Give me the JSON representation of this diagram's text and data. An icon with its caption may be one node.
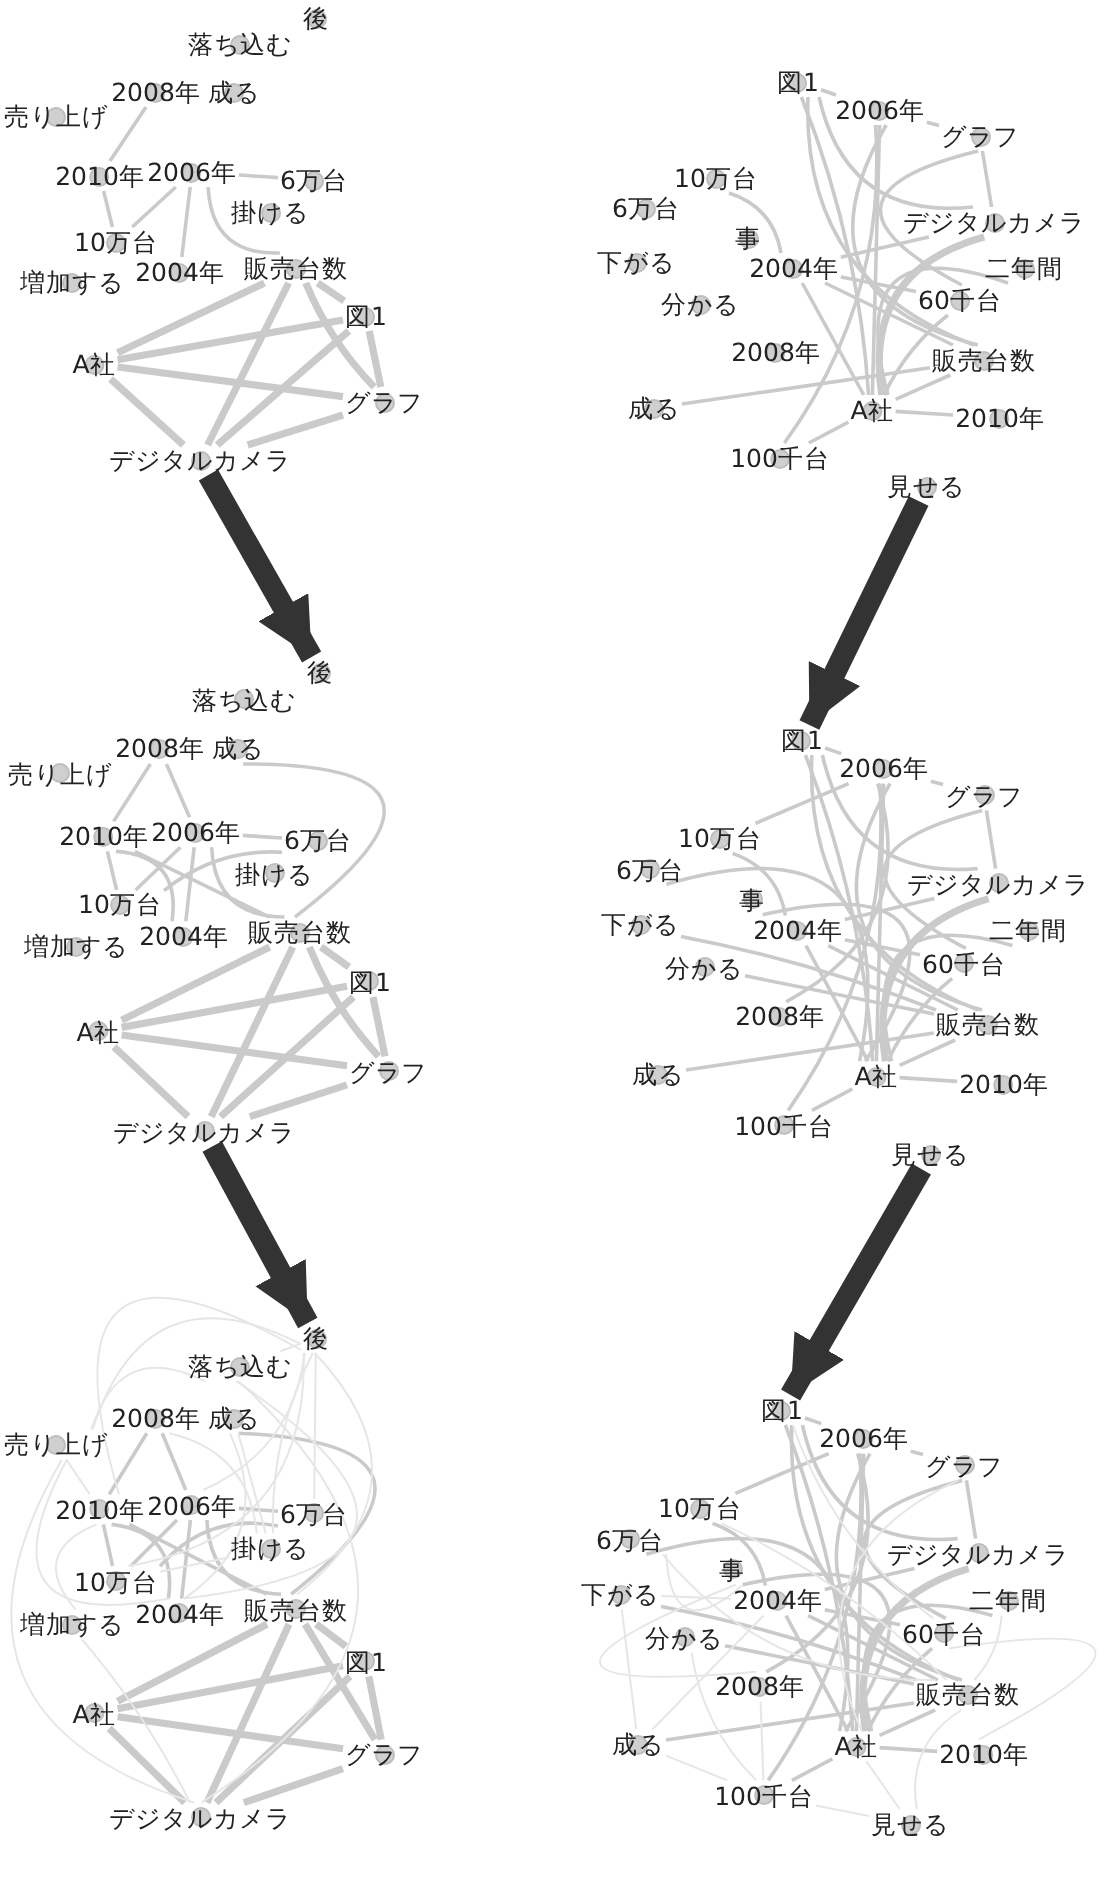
{
  "diagram": {
    "nodes": [
      {
        "text": [
          "後"
        ]
      },
      {
        "text": [
          "落ち込む"
        ]
      },
      {
        "text": [
          "2008年"
        ]
      },
      {
        "text": [
          "成る"
        ]
      },
      {
        "text": [
          "売り上げ"
        ]
      },
      {
        "text": [
          "2010年"
        ]
      },
      {
        "text": [
          "2006年"
        ]
      },
      {
        "text": [
          "6万台"
        ]
      },
      {
        "text": [
          "掛ける"
        ]
      },
      {
        "text": [
          "10万台"
        ]
      },
      {
        "text": [
          "増加する"
        ]
      },
      {
        "text": [
          "2004年"
        ]
      },
      {
        "text": [
          "販売台数"
        ]
      },
      {
        "text": [
          "図1"
        ]
      },
      {
        "text": [
          "A社"
        ]
      },
      {
        "text": [
          "グラフ"
        ]
      },
      {
        "text": [
          "デジタルカメラ"
        ]
      },
      {
        "text": [
          "図1"
        ]
      },
      {
        "text": [
          "2006年"
        ]
      },
      {
        "text": [
          "グラフ"
        ]
      },
      {
        "text": [
          "10万台"
        ]
      },
      {
        "text": [
          "6万台"
        ]
      },
      {
        "text": [
          "デジタルカメラ"
        ]
      },
      {
        "text": [
          "事"
        ]
      },
      {
        "text": [
          "二年間"
        ]
      },
      {
        "text": [
          "下がる"
        ]
      },
      {
        "text": [
          "2004年"
        ]
      },
      {
        "text": [
          "分かる"
        ]
      },
      {
        "text": [
          "60千台"
        ]
      },
      {
        "text": [
          "2008年"
        ]
      },
      {
        "text": [
          "販売台数"
        ]
      },
      {
        "text": [
          "成る"
        ]
      },
      {
        "text": [
          "A社"
        ]
      },
      {
        "text": [
          "2010年"
        ]
      },
      {
        "text": [
          "100千台"
        ]
      },
      {
        "text": [
          "見せる"
        ]
      },
      {
        "text": [
          "後"
        ]
      },
      {
        "text": [
          "落ち込む"
        ]
      },
      {
        "text": [
          "2008年"
        ]
      },
      {
        "text": [
          "成る"
        ]
      },
      {
        "text": [
          "売り上げ"
        ]
      },
      {
        "text": [
          "2010年"
        ]
      },
      {
        "text": [
          "2006年"
        ]
      },
      {
        "text": [
          "6万台"
        ]
      },
      {
        "text": [
          "掛ける"
        ]
      },
      {
        "text": [
          "10万台"
        ]
      },
      {
        "text": [
          "増加する"
        ]
      },
      {
        "text": [
          "2004年"
        ]
      },
      {
        "text": [
          "販売台数"
        ]
      },
      {
        "text": [
          "図1"
        ]
      },
      {
        "text": [
          "A社"
        ]
      },
      {
        "text": [
          "グラフ"
        ]
      },
      {
        "text": [
          "デジタルカメラ"
        ]
      },
      {
        "text": [
          "図1"
        ]
      },
      {
        "text": [
          "2006年"
        ]
      },
      {
        "text": [
          "グラフ"
        ]
      },
      {
        "text": [
          "10万台"
        ]
      },
      {
        "text": [
          "6万台"
        ]
      },
      {
        "text": [
          "デジタルカメラ"
        ]
      },
      {
        "text": [
          "事"
        ]
      },
      {
        "text": [
          "二年間"
        ]
      },
      {
        "text": [
          "下がる"
        ]
      },
      {
        "text": [
          "2004年"
        ]
      },
      {
        "text": [
          "分かる"
        ]
      },
      {
        "text": [
          "60千台"
        ]
      },
      {
        "text": [
          "2008年"
        ]
      },
      {
        "text": [
          "販売台数"
        ]
      },
      {
        "text": [
          "成る"
        ]
      },
      {
        "text": [
          "A社"
        ]
      },
      {
        "text": [
          "2010年"
        ]
      },
      {
        "text": [
          "100千台"
        ]
      },
      {
        "text": [
          "見せる"
        ]
      },
      {
        "text": [
          "後"
        ]
      },
      {
        "text": [
          "落ち込む"
        ]
      },
      {
        "text": [
          "2008年"
        ]
      },
      {
        "text": [
          "成る"
        ]
      },
      {
        "text": [
          "売り上げ"
        ]
      },
      {
        "text": [
          "2010年"
        ]
      },
      {
        "text": [
          "2006年"
        ]
      },
      {
        "text": [
          "6万台"
        ]
      },
      {
        "text": [
          "掛ける"
        ]
      },
      {
        "text": [
          "10万台"
        ]
      },
      {
        "text": [
          "増加する"
        ]
      },
      {
        "text": [
          "2004年"
        ]
      },
      {
        "text": [
          "販売台数"
        ]
      },
      {
        "text": [
          "図1"
        ]
      },
      {
        "text": [
          "A社"
        ]
      },
      {
        "text": [
          "グラフ"
        ]
      },
      {
        "text": [
          "デジタルカメラ"
        ]
      },
      {
        "text": [
          "図1"
        ]
      },
      {
        "text": [
          "2006年"
        ]
      },
      {
        "text": [
          "グラフ"
        ]
      },
      {
        "text": [
          "10万台"
        ]
      },
      {
        "text": [
          "6万台"
        ]
      },
      {
        "text": [
          "デジタルカメラ"
        ]
      },
      {
        "text": [
          "事"
        ]
      },
      {
        "text": [
          "二年間"
        ]
      },
      {
        "text": [
          "下がる"
        ]
      },
      {
        "text": [
          "2004年"
        ]
      },
      {
        "text": [
          "分かる"
        ]
      },
      {
        "text": [
          "60千台"
        ]
      },
      {
        "text": [
          "2008年"
        ]
      },
      {
        "text": [
          "販売台数"
        ]
      },
      {
        "text": [
          "成る"
        ]
      },
      {
        "text": [
          "A社"
        ]
      },
      {
        "text": [
          "2010年"
        ]
      },
      {
        "text": [
          "100千台"
        ]
      },
      {
        "text": [
          "見せる"
        ]
      }
    ],
    "edges": [
      {
        "from": 2,
        "to": 5,
        "arrow": "none"
      },
      {
        "from": 5,
        "to": 9,
        "arrow": "none"
      },
      {
        "from": 6,
        "to": 9,
        "arrow": "none"
      },
      {
        "from": 6,
        "to": 11,
        "arrow": "none"
      },
      {
        "from": 6,
        "to": 7,
        "arrow": "none"
      },
      {
        "from": 6,
        "to": 12,
        "arrow": "none"
      },
      {
        "from": 12,
        "to": 14,
        "arrow": "none",
        "style": "thick"
      },
      {
        "from": 12,
        "to": 16,
        "arrow": "none",
        "style": "thick"
      },
      {
        "from": 12,
        "to": 13,
        "arrow": "none",
        "style": "thick"
      },
      {
        "from": 12,
        "to": 15,
        "arrow": "none",
        "style": "thick"
      },
      {
        "from": 13,
        "to": 14,
        "arrow": "none",
        "style": "thick"
      },
      {
        "from": 13,
        "to": 15,
        "arrow": "none",
        "style": "thick"
      },
      {
        "from": 13,
        "to": 16,
        "arrow": "none",
        "style": "thick"
      },
      {
        "from": 14,
        "to": 15,
        "arrow": "none",
        "style": "thick"
      },
      {
        "from": 14,
        "to": 16,
        "arrow": "none",
        "style": "thick"
      },
      {
        "from": 15,
        "to": 16,
        "arrow": "none",
        "style": "thick"
      },
      {
        "from": 17,
        "to": 18,
        "arrow": "none"
      },
      {
        "from": 18,
        "to": 19,
        "arrow": "none"
      },
      {
        "from": 17,
        "to": 22,
        "arrow": "none"
      },
      {
        "from": 17,
        "to": 32,
        "arrow": "none"
      },
      {
        "from": 17,
        "to": 30,
        "arrow": "none"
      },
      {
        "from": 18,
        "to": 32,
        "arrow": "none"
      },
      {
        "from": 18,
        "to": 34,
        "arrow": "none"
      },
      {
        "from": 19,
        "to": 28,
        "arrow": "none"
      },
      {
        "from": 19,
        "to": 22,
        "arrow": "none"
      },
      {
        "from": 20,
        "to": 26,
        "arrow": "none"
      },
      {
        "from": 22,
        "to": 26,
        "arrow": "none"
      },
      {
        "from": 22,
        "to": 32,
        "arrow": "none",
        "style": "thick"
      },
      {
        "from": 24,
        "to": 32,
        "arrow": "none"
      },
      {
        "from": 28,
        "to": 32,
        "arrow": "none"
      },
      {
        "from": 26,
        "to": 30,
        "arrow": "none"
      },
      {
        "from": 26,
        "to": 32,
        "arrow": "none"
      },
      {
        "from": 26,
        "to": 28,
        "arrow": "none"
      },
      {
        "from": 31,
        "to": 30,
        "arrow": "none"
      },
      {
        "from": 34,
        "to": 32,
        "arrow": "none"
      },
      {
        "from": 30,
        "to": 32,
        "arrow": "none"
      },
      {
        "from": 32,
        "to": 33,
        "arrow": "none"
      },
      {
        "from": 18,
        "to": 30,
        "arrow": "none"
      },
      {
        "from": 16,
        "to": 36,
        "arrow": "to",
        "style": "thick",
        "color": "#333333"
      },
      {
        "from": 35,
        "to": 53,
        "arrow": "to",
        "style": "thick",
        "color": "#333333"
      },
      {
        "from": 38,
        "to": 41,
        "arrow": "none"
      },
      {
        "from": 41,
        "to": 45,
        "arrow": "none"
      },
      {
        "from": 42,
        "to": 45,
        "arrow": "none"
      },
      {
        "from": 42,
        "to": 47,
        "arrow": "none"
      },
      {
        "from": 42,
        "to": 43,
        "arrow": "none"
      },
      {
        "from": 42,
        "to": 48,
        "arrow": "none"
      },
      {
        "from": 48,
        "to": 50,
        "arrow": "none",
        "style": "thick"
      },
      {
        "from": 48,
        "to": 52,
        "arrow": "none",
        "style": "thick"
      },
      {
        "from": 48,
        "to": 49,
        "arrow": "none",
        "style": "thick"
      },
      {
        "from": 48,
        "to": 51,
        "arrow": "none",
        "style": "thick"
      },
      {
        "from": 49,
        "to": 50,
        "arrow": "none",
        "style": "thick"
      },
      {
        "from": 49,
        "to": 51,
        "arrow": "none",
        "style": "thick"
      },
      {
        "from": 49,
        "to": 52,
        "arrow": "none",
        "style": "thick"
      },
      {
        "from": 50,
        "to": 51,
        "arrow": "none",
        "style": "thick"
      },
      {
        "from": 50,
        "to": 52,
        "arrow": "none",
        "style": "thick"
      },
      {
        "from": 51,
        "to": 52,
        "arrow": "none",
        "style": "thick"
      },
      {
        "from": 38,
        "to": 42,
        "arrow": "none"
      },
      {
        "from": 39,
        "to": 48,
        "arrow": "none"
      },
      {
        "from": 41,
        "to": 47,
        "arrow": "none"
      },
      {
        "from": 45,
        "to": 43,
        "arrow": "none"
      },
      {
        "from": 41,
        "to": 48,
        "arrow": "none"
      },
      {
        "from": 53,
        "to": 54,
        "arrow": "none"
      },
      {
        "from": 54,
        "to": 55,
        "arrow": "none"
      },
      {
        "from": 53,
        "to": 58,
        "arrow": "none"
      },
      {
        "from": 53,
        "to": 68,
        "arrow": "none"
      },
      {
        "from": 53,
        "to": 66,
        "arrow": "none"
      },
      {
        "from": 54,
        "to": 68,
        "arrow": "none"
      },
      {
        "from": 54,
        "to": 70,
        "arrow": "none"
      },
      {
        "from": 55,
        "to": 64,
        "arrow": "none"
      },
      {
        "from": 55,
        "to": 58,
        "arrow": "none"
      },
      {
        "from": 56,
        "to": 62,
        "arrow": "none"
      },
      {
        "from": 58,
        "to": 62,
        "arrow": "none"
      },
      {
        "from": 58,
        "to": 68,
        "arrow": "none",
        "style": "thick"
      },
      {
        "from": 60,
        "to": 68,
        "arrow": "none"
      },
      {
        "from": 64,
        "to": 68,
        "arrow": "none"
      },
      {
        "from": 62,
        "to": 66,
        "arrow": "none"
      },
      {
        "from": 62,
        "to": 68,
        "arrow": "none"
      },
      {
        "from": 62,
        "to": 64,
        "arrow": "none"
      },
      {
        "from": 67,
        "to": 66,
        "arrow": "none"
      },
      {
        "from": 70,
        "to": 68,
        "arrow": "none"
      },
      {
        "from": 66,
        "to": 68,
        "arrow": "none"
      },
      {
        "from": 68,
        "to": 69,
        "arrow": "none"
      },
      {
        "from": 54,
        "to": 66,
        "arrow": "none"
      },
      {
        "from": 57,
        "to": 68,
        "arrow": "none"
      },
      {
        "from": 61,
        "to": 66,
        "arrow": "none"
      },
      {
        "from": 63,
        "to": 66,
        "arrow": "none"
      },
      {
        "from": 56,
        "to": 54,
        "arrow": "none"
      },
      {
        "from": 54,
        "to": 65,
        "arrow": "none"
      },
      {
        "from": 59,
        "to": 68,
        "arrow": "none"
      },
      {
        "from": 52,
        "to": 72,
        "arrow": "to",
        "style": "thick",
        "color": "#333333"
      },
      {
        "from": 71,
        "to": 89,
        "arrow": "to",
        "style": "thick",
        "color": "#333333"
      },
      {
        "from": 74,
        "to": 77,
        "arrow": "none"
      },
      {
        "from": 77,
        "to": 81,
        "arrow": "none"
      },
      {
        "from": 78,
        "to": 81,
        "arrow": "none"
      },
      {
        "from": 78,
        "to": 83,
        "arrow": "none"
      },
      {
        "from": 78,
        "to": 79,
        "arrow": "none"
      },
      {
        "from": 78,
        "to": 84,
        "arrow": "none"
      },
      {
        "from": 84,
        "to": 86,
        "arrow": "none",
        "style": "thick"
      },
      {
        "from": 84,
        "to": 88,
        "arrow": "none",
        "style": "thick"
      },
      {
        "from": 84,
        "to": 85,
        "arrow": "none",
        "style": "thick"
      },
      {
        "from": 84,
        "to": 87,
        "arrow": "none",
        "style": "thick"
      },
      {
        "from": 85,
        "to": 86,
        "arrow": "none",
        "style": "thick"
      },
      {
        "from": 85,
        "to": 87,
        "arrow": "none",
        "style": "thick"
      },
      {
        "from": 85,
        "to": 88,
        "arrow": "none",
        "style": "thick"
      },
      {
        "from": 86,
        "to": 87,
        "arrow": "none",
        "style": "thick"
      },
      {
        "from": 86,
        "to": 88,
        "arrow": "none",
        "style": "thick"
      },
      {
        "from": 87,
        "to": 88,
        "arrow": "none",
        "style": "thick"
      },
      {
        "from": 74,
        "to": 78,
        "arrow": "none"
      },
      {
        "from": 75,
        "to": 84,
        "arrow": "none"
      },
      {
        "from": 77,
        "to": 83,
        "arrow": "none"
      },
      {
        "from": 81,
        "to": 79,
        "arrow": "none"
      },
      {
        "from": 77,
        "to": 84,
        "arrow": "none"
      },
      {
        "from": 72,
        "to": 76,
        "arrow": "none",
        "color": "#e6e6e6"
      },
      {
        "from": 72,
        "to": 77,
        "arrow": "none",
        "color": "#e6e6e6"
      },
      {
        "from": 72,
        "to": 78,
        "arrow": "none",
        "color": "#e6e6e6"
      },
      {
        "from": 72,
        "to": 80,
        "arrow": "none",
        "color": "#e6e6e6"
      },
      {
        "from": 72,
        "to": 79,
        "arrow": "none",
        "color": "#e6e6e6"
      },
      {
        "from": 72,
        "to": 73,
        "arrow": "none",
        "color": "#e6e6e6"
      },
      {
        "from": 72,
        "to": 81,
        "arrow": "none",
        "color": "#e6e6e6"
      },
      {
        "from": 72,
        "to": 84,
        "arrow": "none",
        "color": "#e6e6e6"
      },
      {
        "from": 73,
        "to": 76,
        "arrow": "none",
        "color": "#e6e6e6"
      },
      {
        "from": 73,
        "to": 88,
        "arrow": "none",
        "color": "#e6e6e6"
      },
      {
        "from": 76,
        "to": 77,
        "arrow": "none",
        "color": "#e6e6e6"
      },
      {
        "from": 76,
        "to": 83,
        "arrow": "none",
        "color": "#e6e6e6"
      },
      {
        "from": 76,
        "to": 88,
        "arrow": "none",
        "color": "#e6e6e6"
      },
      {
        "from": 75,
        "to": 80,
        "arrow": "none",
        "color": "#e6e6e6"
      },
      {
        "from": 75,
        "to": 83,
        "arrow": "none",
        "color": "#e6e6e6"
      },
      {
        "from": 74,
        "to": 80,
        "arrow": "none",
        "color": "#e6e6e6"
      },
      {
        "from": 82,
        "to": 77,
        "arrow": "none",
        "color": "#e6e6e6"
      },
      {
        "from": 82,
        "to": 88,
        "arrow": "none",
        "color": "#e6e6e6"
      },
      {
        "from": 80,
        "to": 81,
        "arrow": "none",
        "color": "#e6e6e6"
      },
      {
        "from": 73,
        "to": 83,
        "arrow": "none",
        "color": "#e6e6e6"
      },
      {
        "from": 89,
        "to": 90,
        "arrow": "none"
      },
      {
        "from": 90,
        "to": 91,
        "arrow": "none"
      },
      {
        "from": 89,
        "to": 94,
        "arrow": "none"
      },
      {
        "from": 89,
        "to": 104,
        "arrow": "none"
      },
      {
        "from": 89,
        "to": 102,
        "arrow": "none"
      },
      {
        "from": 90,
        "to": 104,
        "arrow": "none"
      },
      {
        "from": 90,
        "to": 106,
        "arrow": "none"
      },
      {
        "from": 91,
        "to": 100,
        "arrow": "none"
      },
      {
        "from": 91,
        "to": 94,
        "arrow": "none"
      },
      {
        "from": 92,
        "to": 98,
        "arrow": "none"
      },
      {
        "from": 94,
        "to": 98,
        "arrow": "none"
      },
      {
        "from": 94,
        "to": 104,
        "arrow": "none",
        "style": "thick"
      },
      {
        "from": 96,
        "to": 104,
        "arrow": "none"
      },
      {
        "from": 100,
        "to": 104,
        "arrow": "none"
      },
      {
        "from": 98,
        "to": 102,
        "arrow": "none"
      },
      {
        "from": 98,
        "to": 104,
        "arrow": "none"
      },
      {
        "from": 98,
        "to": 100,
        "arrow": "none"
      },
      {
        "from": 103,
        "to": 102,
        "arrow": "none"
      },
      {
        "from": 106,
        "to": 104,
        "arrow": "none"
      },
      {
        "from": 102,
        "to": 104,
        "arrow": "none"
      },
      {
        "from": 104,
        "to": 105,
        "arrow": "none"
      },
      {
        "from": 90,
        "to": 102,
        "arrow": "none"
      },
      {
        "from": 93,
        "to": 104,
        "arrow": "none"
      },
      {
        "from": 97,
        "to": 102,
        "arrow": "none"
      },
      {
        "from": 99,
        "to": 102,
        "arrow": "none"
      },
      {
        "from": 92,
        "to": 90,
        "arrow": "none"
      },
      {
        "from": 90,
        "to": 101,
        "arrow": "none"
      },
      {
        "from": 95,
        "to": 104,
        "arrow": "none"
      },
      {
        "from": 107,
        "to": 104,
        "arrow": "none",
        "color": "#e6e6e6"
      },
      {
        "from": 107,
        "to": 102,
        "arrow": "none",
        "color": "#e6e6e6"
      },
      {
        "from": 103,
        "to": 106,
        "arrow": "none",
        "color": "#e6e6e6"
      },
      {
        "from": 103,
        "to": 98,
        "arrow": "none",
        "color": "#e6e6e6"
      },
      {
        "from": 97,
        "to": 103,
        "arrow": "none",
        "color": "#e6e6e6"
      },
      {
        "from": 99,
        "to": 106,
        "arrow": "none",
        "color": "#e6e6e6"
      },
      {
        "from": 92,
        "to": 102,
        "arrow": "none",
        "color": "#e6e6e6"
      },
      {
        "from": 93,
        "to": 102,
        "arrow": "none",
        "color": "#e6e6e6"
      },
      {
        "from": 95,
        "to": 101,
        "arrow": "none",
        "color": "#e6e6e6"
      },
      {
        "from": 101,
        "to": 106,
        "arrow": "none",
        "color": "#e6e6e6"
      },
      {
        "from": 89,
        "to": 100,
        "arrow": "none",
        "color": "#e6e6e6"
      },
      {
        "from": 96,
        "to": 102,
        "arrow": "none",
        "color": "#e6e6e6"
      },
      {
        "from": 105,
        "to": 100,
        "arrow": "none",
        "color": "#e6e6e6"
      },
      {
        "from": 107,
        "to": 106,
        "arrow": "none",
        "color": "#e6e6e6"
      },
      {
        "from": 93,
        "to": 98,
        "arrow": "none",
        "color": "#e6e6e6"
      },
      {
        "from": 97,
        "to": 98,
        "arrow": "none",
        "color": "#e6e6e6"
      },
      {
        "from": 91,
        "to": 104,
        "arrow": "none",
        "color": "#e6e6e6"
      }
    ]
  }
}
